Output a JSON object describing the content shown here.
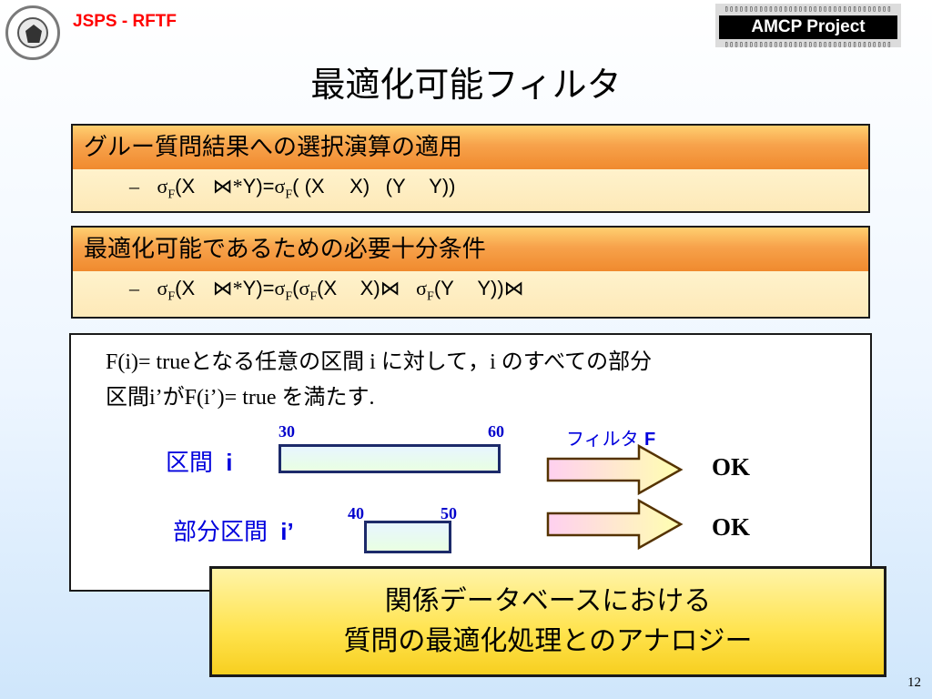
{
  "header": {
    "org": "JSPS - RFTF",
    "project": "AMCP Project",
    "dots": "▯▯▯▯▯▯▯▯▯▯▯▯▯▯▯▯▯▯▯▯▯▯▯▯▯▯▯▯▯▯▯▯▯▯"
  },
  "title": "最適化可能フィルタ",
  "rule1": {
    "heading": "グルー質問結果への選択演算の適用",
    "dash": "–",
    "sigma": "σ",
    "sub": "F",
    "part1": "(X",
    "join": "⋈",
    "star": "*",
    "part2": "Y)=",
    "part3": "( (X",
    "x": "X",
    "part4": ")",
    "part5": "(Y",
    "y": "Y",
    "part6": "))"
  },
  "rule2": {
    "heading": "最適化可能であるための必要十分条件",
    "dash": "–",
    "sigma": "σ",
    "sub": "F",
    "part1": "(X",
    "join": "⋈",
    "star": "*",
    "part2": "Y)=",
    "part3": "(",
    "part4": "(X",
    "x": "X)",
    "part5": "(Y",
    "y": "Y))"
  },
  "description": {
    "l1a": "F(i)= true",
    "l1b": "となる任意の区間",
    "l1c": " i ",
    "l1d": "に対して",
    "l1e": "，",
    "l1f": "i ",
    "l1g": "のすべての部分",
    "l2a": "区間",
    "l2b": "i’",
    "l2c": "が",
    "l2d": "F(i’)= true ",
    "l2e": "を満たす",
    "l2f": "."
  },
  "diagram": {
    "filter_label": "フィルタ",
    "filter_letter": "F",
    "interval_label": "区間",
    "interval_letter": "i",
    "sub_label": "部分区間",
    "sub_letter": "i’",
    "i_start": "30",
    "i_end": "60",
    "s_start": "40",
    "s_end": "50",
    "ok1": "OK",
    "ok2": "OK"
  },
  "analogy": {
    "line1": "関係データベースにおける",
    "line2": "質問の最適化処理とのアナロジー"
  },
  "page_number": "12",
  "colors": {
    "orange": "#f08a2e",
    "blue": "#0000dd",
    "yellow": "#ffe34d"
  }
}
